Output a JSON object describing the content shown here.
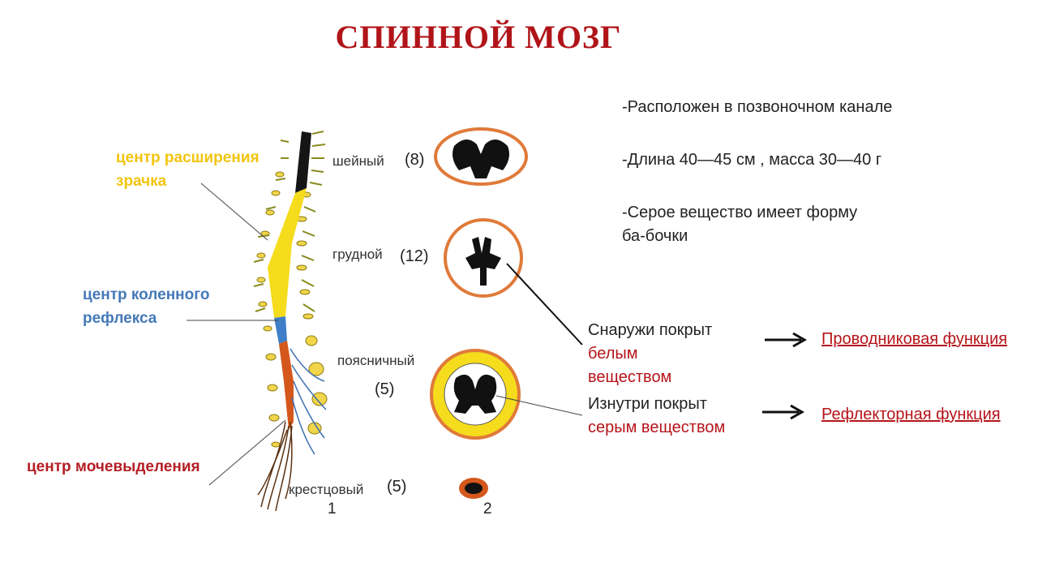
{
  "title": "СПИННОЙ МОЗГ",
  "facts": [
    "-Расположен в позвоночном канале",
    "-Длина 40—45 см , масса 30—40 г",
    "-Серое вещество имеет форму",
    "ба-бочки"
  ],
  "centers": {
    "pupil_line1": "центр расширения",
    "pupil_line2": "зрачка",
    "knee_line1": "центр коленного",
    "knee_line2": "рефлекса",
    "urination": "центр мочевыделения"
  },
  "segments": {
    "cervical": "шейный",
    "cervical_count": "(8)",
    "thoracic": "грудной",
    "thoracic_count": "(12)",
    "lumbar": "поясничный",
    "lumbar_count": "(5)",
    "sacral": "крестцовый",
    "sacral_count": "(5)"
  },
  "figure_labels": {
    "fig1": "1",
    "fig2": "2"
  },
  "coverings": {
    "outer_line1": "Снаружи покрыт",
    "outer_line2": "белым",
    "outer_line3": "веществом",
    "inner_line1": "Изнутри покрыт",
    "inner_line2": "серым веществом"
  },
  "functions": {
    "conduction": "Проводниковая функция",
    "reflex": "Рефлекторная функция"
  },
  "colors": {
    "title": "#b01419",
    "yellow": "#f2c40f",
    "blue": "#4479b8",
    "red": "#b51e24",
    "cord_outline": "#e07a3a"
  }
}
